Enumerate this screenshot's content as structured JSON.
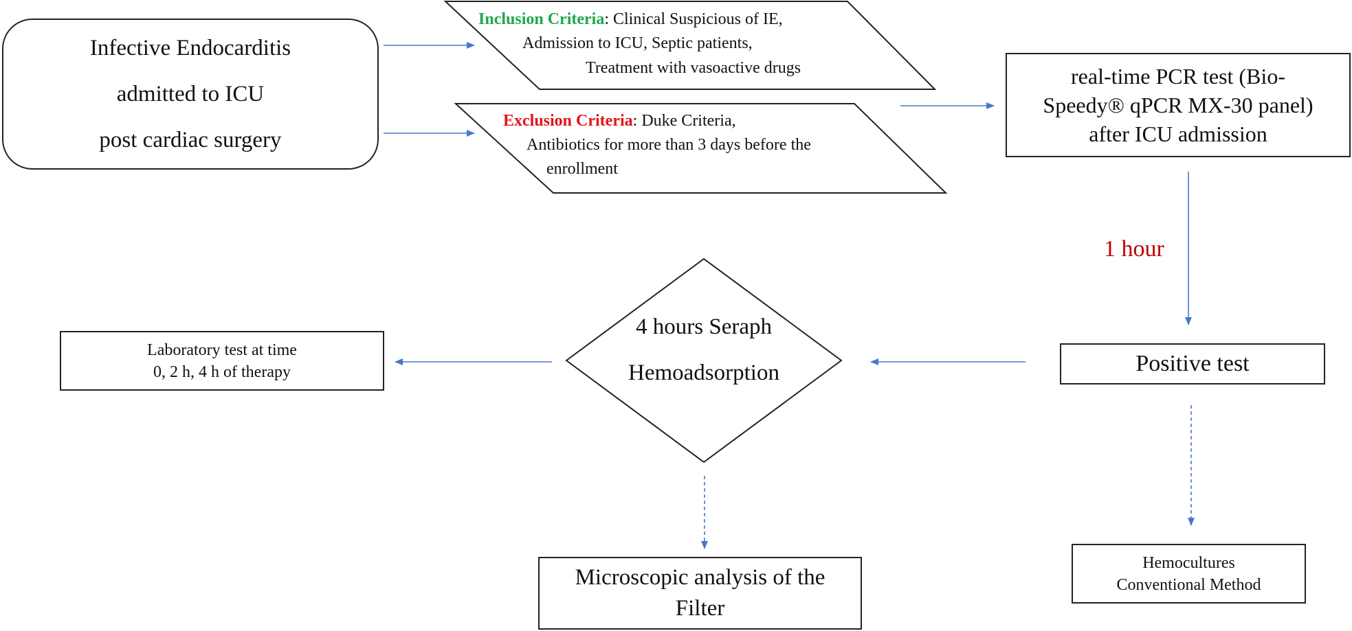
{
  "ie_box": {
    "lines": [
      "Infective Endocarditis",
      "admitted to ICU",
      "post cardiac surgery"
    ]
  },
  "inclusion": {
    "label": "Inclusion Criteria",
    "label_color": "#1fa84a",
    "text_line1": ": Clinical Suspicious of IE,",
    "text_line2": "Admission to ICU, Septic patients,",
    "text_line3": "Treatment with vasoactive drugs"
  },
  "exclusion": {
    "label": "Exclusion Criteria",
    "label_color": "#e0141b",
    "text_line1": ": Duke Criteria,",
    "text_line2": "Antibiotics for more than 3 days before the",
    "text_line3": "enrollment"
  },
  "pcr_box": {
    "lines": [
      "real-time PCR test (Bio-",
      "Speedy® qPCR MX-30 panel)",
      "after ICU admission"
    ]
  },
  "time_label": {
    "text": "1 hour",
    "color": "#c00000"
  },
  "positive_box": {
    "text": "Positive test"
  },
  "seraph": {
    "lines": [
      "4 hours Seraph",
      "Hemoadsorption"
    ]
  },
  "lab_box": {
    "lines": [
      "Laboratory test at time",
      "0, 2 h, 4 h of therapy"
    ]
  },
  "microscopic_box": {
    "lines": [
      "Microscopic analysis of the",
      "Filter"
    ]
  },
  "hemocultures_box": {
    "lines": [
      "Hemocultures",
      "Conventional Method"
    ]
  },
  "colors": {
    "arrow": "#4a78c6",
    "border": "#222222"
  }
}
